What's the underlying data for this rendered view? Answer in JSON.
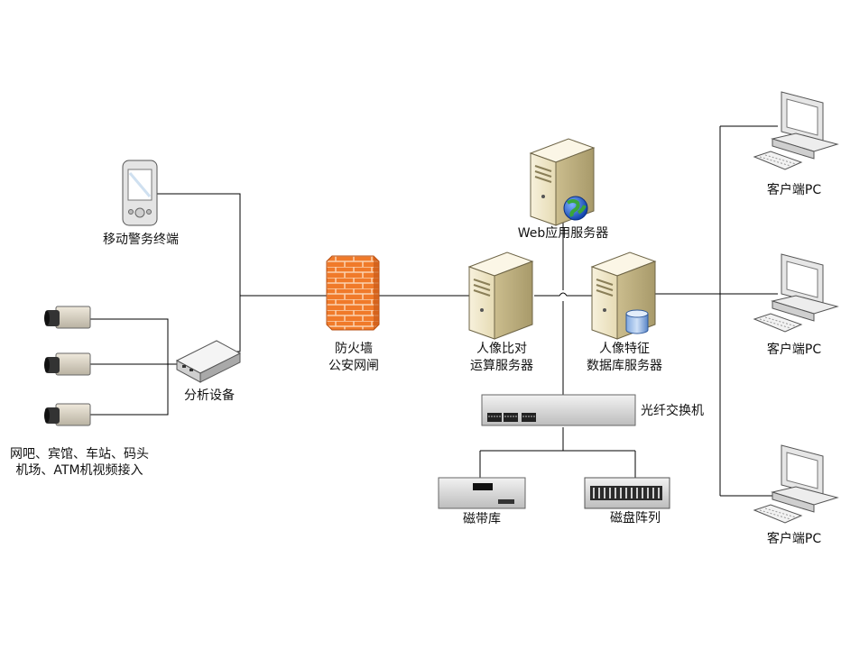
{
  "labels": {
    "mobile": "移动警务终端",
    "analyzer": "分析设备",
    "sources_line1": "网吧、宾馆、车站、码头",
    "sources_line2": "机场、ATM机视频接入",
    "firewall_line1": "防火墙",
    "firewall_line2": "公安网闸",
    "compare_line1": "人像比对",
    "compare_line2": "运算服务器",
    "web_server": "Web应用服务器",
    "feature_line1": "人像特征",
    "feature_line2": "数据库服务器",
    "fiber_switch": "光纤交换机",
    "tape_library": "磁带库",
    "disk_array": "磁盘阵列",
    "client_1": "客户端PC",
    "client_2": "客户端PC",
    "client_3": "客户端PC"
  },
  "icons": {
    "mobile": "pda-icon",
    "camera": "camera-icon",
    "analyzer": "analysis-device-icon",
    "firewall": "firewall-icon",
    "server": "server-tower-icon",
    "globe": "globe-icon",
    "database": "database-cylinder-icon",
    "switch": "fiber-switch-icon",
    "tape": "tape-library-icon",
    "disk": "disk-array-icon",
    "pc": "desktop-pc-icon"
  },
  "colors": {
    "line": "#000000",
    "firewall": "#f07a2a",
    "server_body": "#efe6c6",
    "device_grey": "#d9d9d9"
  }
}
